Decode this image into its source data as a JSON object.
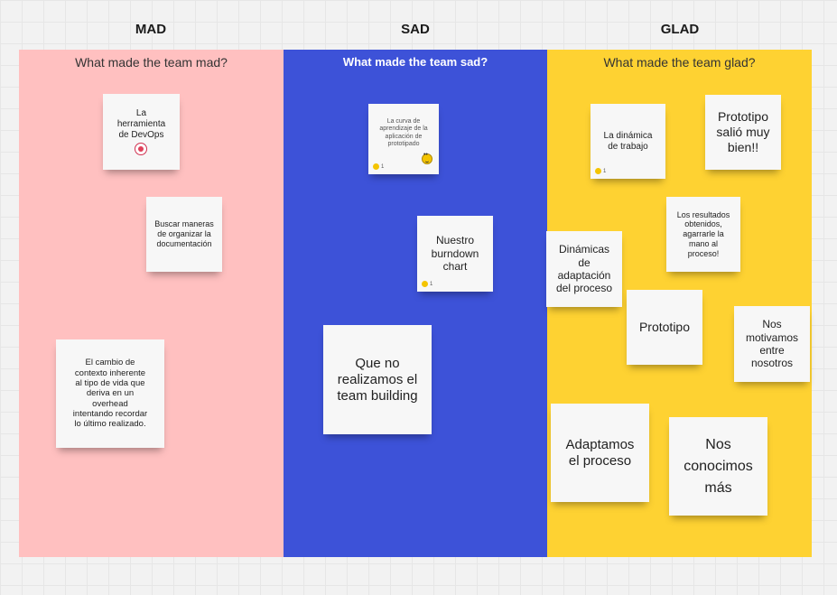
{
  "board": {
    "columns": [
      {
        "title": "MAD",
        "prompt": "What made the team mad?",
        "color": "#ffc0c0"
      },
      {
        "title": "SAD",
        "prompt": "What made the team sad?",
        "color": "#3d52d8"
      },
      {
        "title": "GLAD",
        "prompt": "What made the team glad?",
        "color": "#fed232"
      }
    ]
  },
  "notes": {
    "mad": [
      {
        "text": "La\nherramienta\nde DevOps",
        "sticker": "devops-icon"
      },
      {
        "text": "Buscar maneras\nde organizar la\ndocumentación"
      },
      {
        "text": "El cambio de\ncontexto inherente\nal tipo de vida que\nderiva en un\noverhead\nintentando recordar\nlo último realizado."
      }
    ],
    "sad": [
      {
        "text": "La curva de\naprendizaje de la\naplicación de\nprototipado",
        "reaction_count": "1",
        "sticker": "smiley-icon"
      },
      {
        "text": "Nuestro\nburndown\nchart",
        "reaction_count": "1"
      },
      {
        "text": "Que no\nrealizamos el\nteam building"
      }
    ],
    "glad": [
      {
        "text": "La dinámica\nde trabajo",
        "reaction_count": "1"
      },
      {
        "text": "Prototipo\nsalió muy\nbien!!"
      },
      {
        "text": "Los resultados\nobtenidos,\nagarrarle la\nmano al\nproceso!"
      },
      {
        "text": "Dinámicas\nde\nadaptación\ndel proceso"
      },
      {
        "text": "Prototipo"
      },
      {
        "text": "Nos\nmotivamos\nentre\nnosotros"
      },
      {
        "text": "Adaptamos\nel proceso"
      },
      {
        "text": "Nos\nconocimos\nmás"
      }
    ]
  }
}
